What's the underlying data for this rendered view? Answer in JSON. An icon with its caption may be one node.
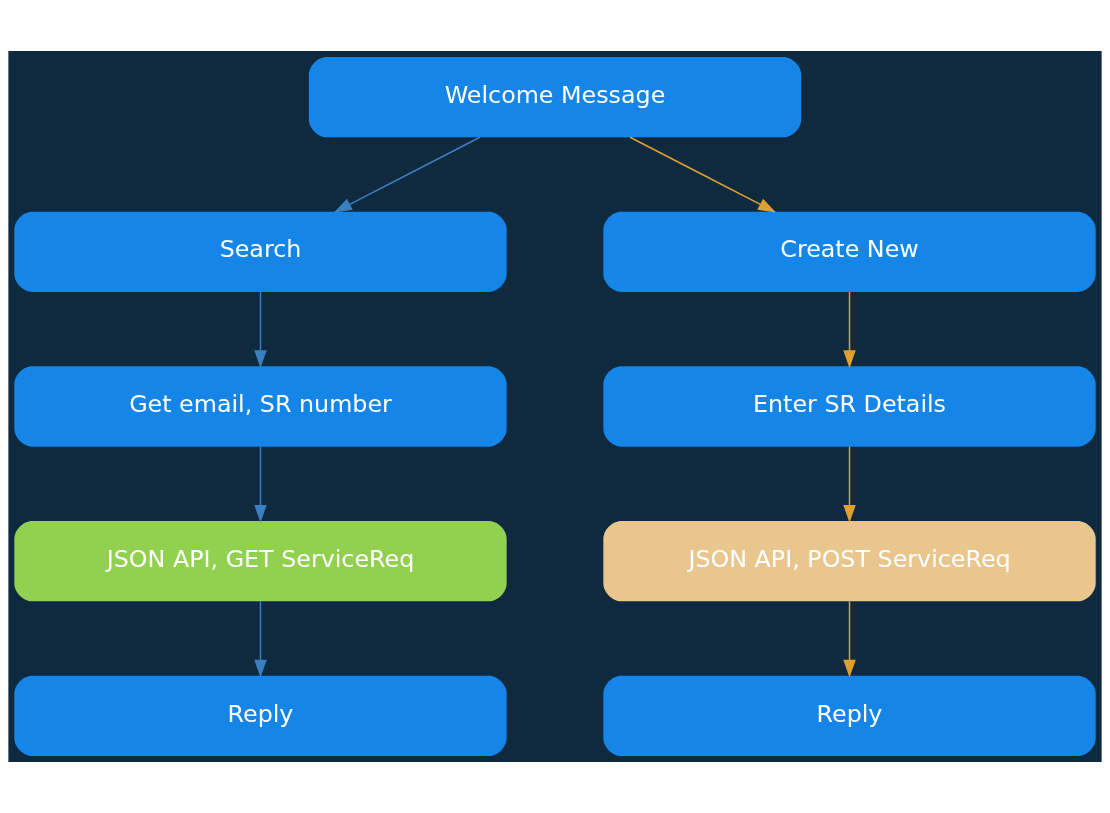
{
  "diagram": {
    "nodes": [
      {
        "text": [
          "Welcome Message"
        ]
      },
      {
        "text": [
          "Search"
        ]
      },
      {
        "text": [
          "Create New"
        ]
      },
      {
        "text": [
          "Get email, SR number"
        ]
      },
      {
        "text": [
          "Enter SR Details"
        ]
      },
      {
        "text": [
          "JSON API, GET ServiceReq"
        ]
      },
      {
        "text": [
          "JSON API, POST ServiceReq"
        ]
      },
      {
        "text": [
          "Reply"
        ]
      },
      {
        "text": [
          "Reply"
        ]
      }
    ],
    "edges": [
      {
        "from": 0,
        "to": 1,
        "arrow": "to",
        "color": "#3a7fc0"
      },
      {
        "from": 0,
        "to": 2,
        "arrow": "to",
        "color": "#e0a030"
      },
      {
        "from": 1,
        "to": 3,
        "arrow": "to",
        "color": "#3a7fc0"
      },
      {
        "from": 2,
        "to": 4,
        "arrow": "to",
        "color": "#e0a030"
      },
      {
        "from": 3,
        "to": 5,
        "arrow": "to",
        "color": "#3a7fc0"
      },
      {
        "from": 4,
        "to": 6,
        "arrow": "to",
        "color": "#e0a030"
      },
      {
        "from": 5,
        "to": 7,
        "arrow": "to",
        "color": "#3a7fc0"
      },
      {
        "from": 6,
        "to": 8,
        "arrow": "to",
        "color": "#e0a030"
      }
    ]
  }
}
